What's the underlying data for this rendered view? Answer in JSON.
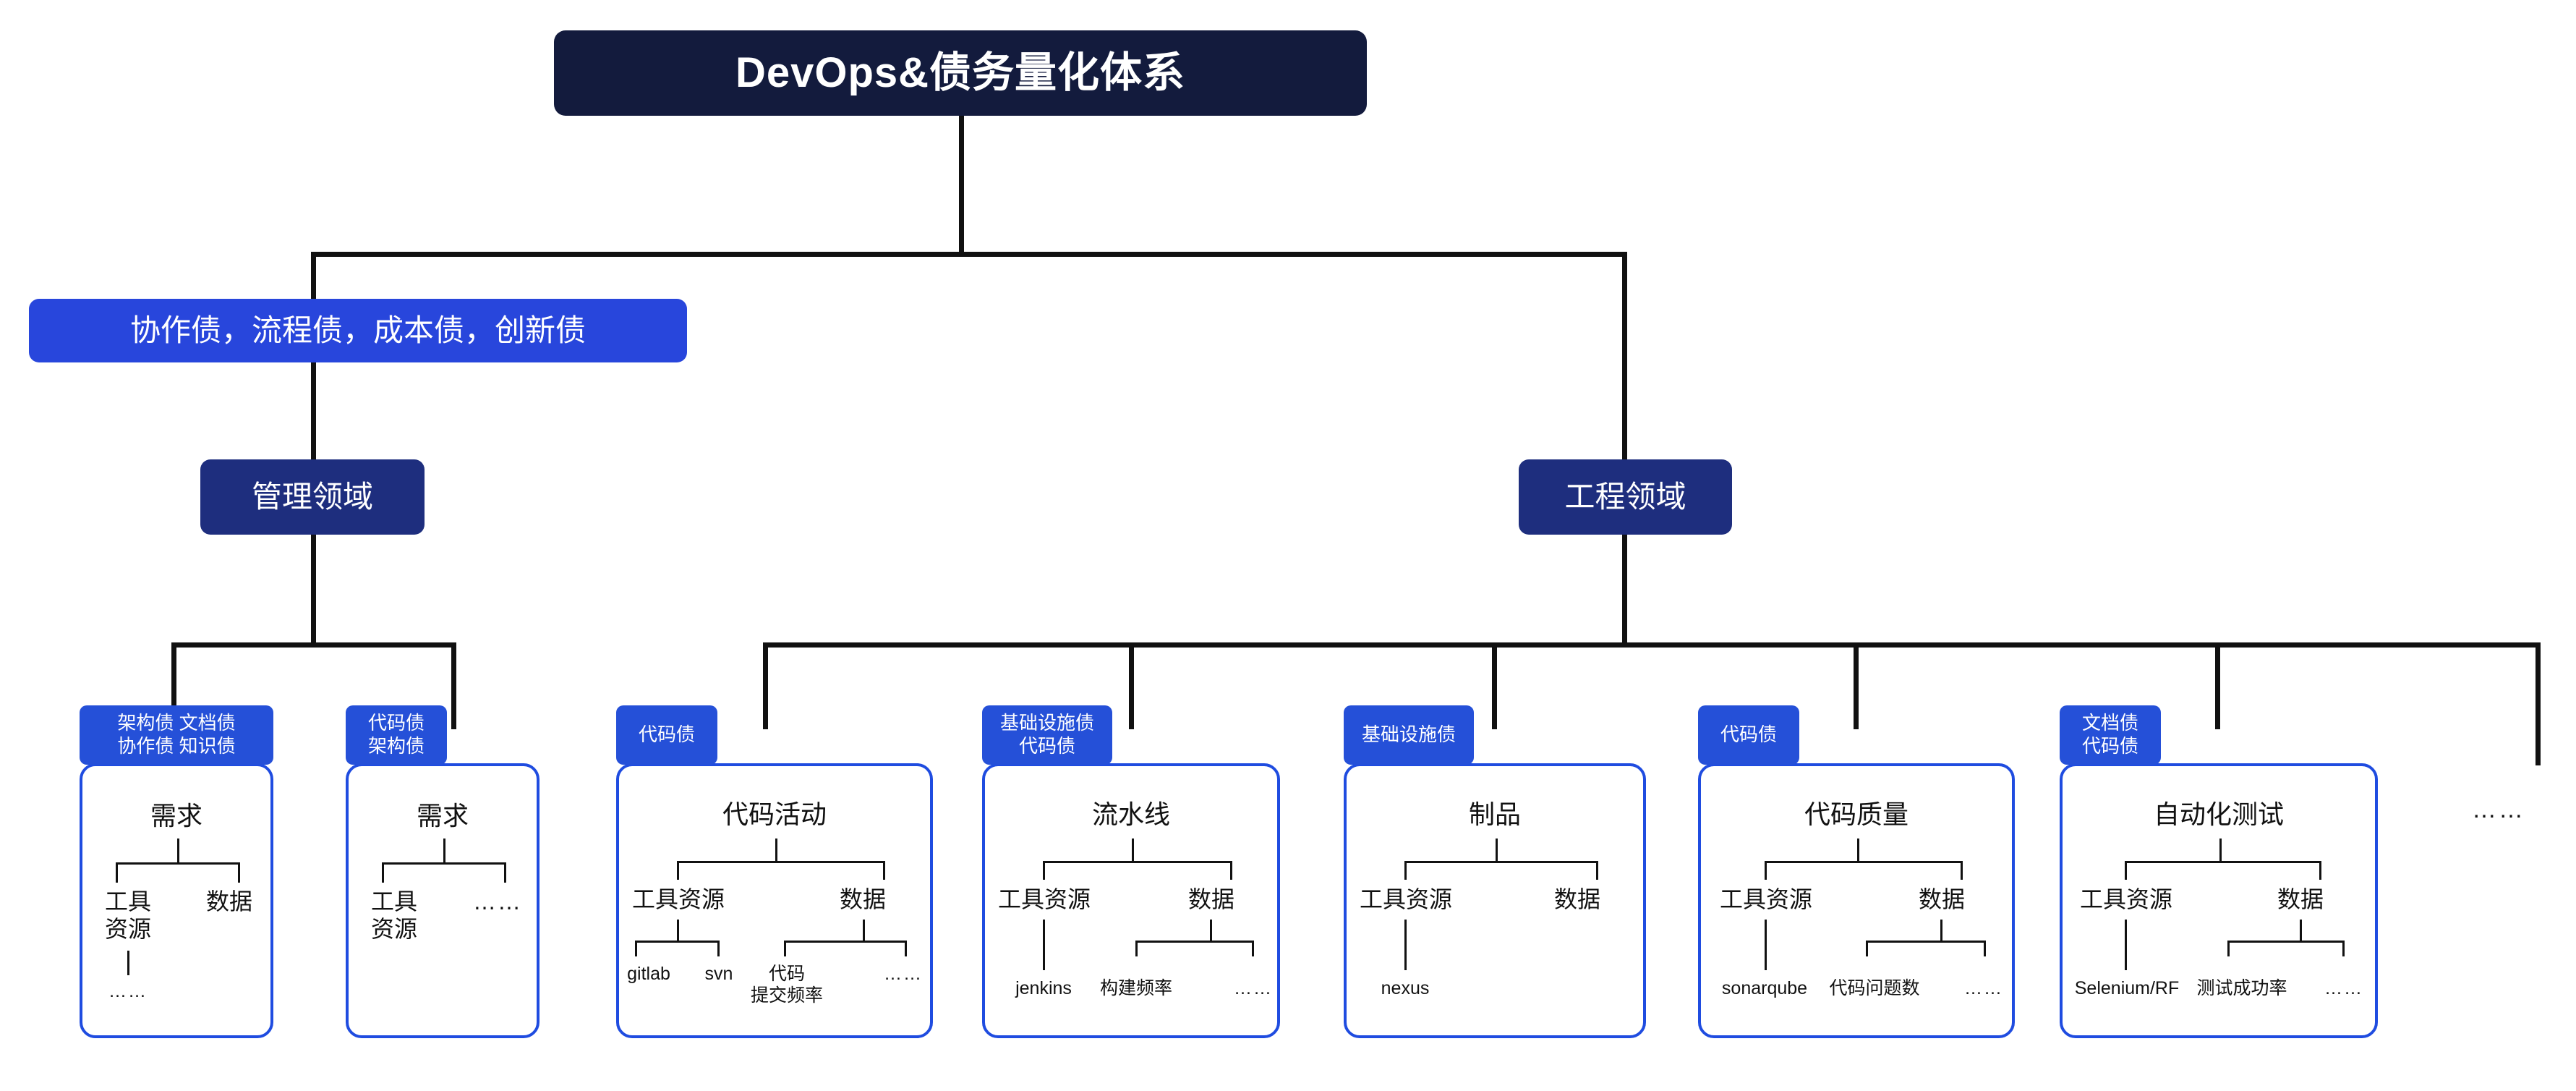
{
  "diagram": {
    "root": {
      "label": "DevOps&债务量化体系",
      "color": "#131b3d"
    },
    "debt_summary": {
      "label": "协作债，流程债，成本债，创新债",
      "color": "#2846dc"
    },
    "domains": [
      {
        "key": "management",
        "label": "管理领域",
        "color": "#1e2e7e"
      },
      {
        "key": "engineering",
        "label": "工程领域",
        "color": "#1e2e7e"
      }
    ],
    "tail_more": "……",
    "cards": [
      {
        "id": "req-mgmt",
        "tag": "架构债 文档债\n协作债 知识债",
        "title": "需求",
        "children": [
          {
            "label": "工具\n资源",
            "children": [
              {
                "label": "……"
              }
            ]
          },
          {
            "label": "数据",
            "children": []
          }
        ]
      },
      {
        "id": "req-eng",
        "tag": "代码债\n架构债",
        "title": "需求",
        "children": [
          {
            "label": "工具\n资源",
            "children": []
          },
          {
            "label": "……",
            "children": []
          }
        ]
      },
      {
        "id": "code-activity",
        "tag": "代码债",
        "title": "代码活动",
        "children": [
          {
            "label": "工具资源",
            "children": [
              {
                "label": "gitlab"
              },
              {
                "label": "svn"
              }
            ]
          },
          {
            "label": "数据",
            "children": [
              {
                "label": "代码\n提交频率"
              },
              {
                "label": "……"
              }
            ]
          }
        ]
      },
      {
        "id": "pipeline",
        "tag": "基础设施债\n代码债",
        "title": "流水线",
        "children": [
          {
            "label": "工具资源",
            "children": [
              {
                "label": "jenkins"
              }
            ]
          },
          {
            "label": "数据",
            "children": [
              {
                "label": "构建频率"
              },
              {
                "label": "……"
              }
            ]
          }
        ]
      },
      {
        "id": "artifact",
        "tag": "基础设施债",
        "title": "制品",
        "children": [
          {
            "label": "工具资源",
            "children": [
              {
                "label": "nexus"
              }
            ]
          },
          {
            "label": "数据",
            "children": []
          }
        ]
      },
      {
        "id": "code-quality",
        "tag": "代码债",
        "title": "代码质量",
        "children": [
          {
            "label": "工具资源",
            "children": [
              {
                "label": "sonarqube"
              }
            ]
          },
          {
            "label": "数据",
            "children": [
              {
                "label": "代码问题数"
              },
              {
                "label": "……"
              }
            ]
          }
        ]
      },
      {
        "id": "auto-test",
        "tag": "文档债\n代码债",
        "title": "自动化测试",
        "children": [
          {
            "label": "工具资源",
            "children": [
              {
                "label": "Selenium/RF"
              }
            ]
          },
          {
            "label": "数据",
            "children": [
              {
                "label": "测试成功率"
              },
              {
                "label": "……"
              }
            ]
          }
        ]
      }
    ]
  }
}
